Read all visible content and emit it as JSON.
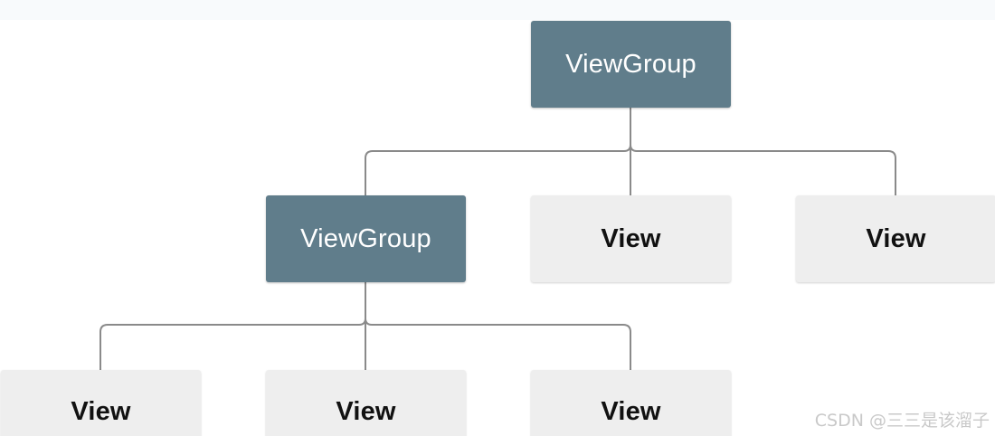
{
  "diagram": {
    "root": {
      "label": "ViewGroup"
    },
    "child_group": {
      "label": "ViewGroup"
    },
    "child_view_a": {
      "label": "View"
    },
    "child_view_b": {
      "label": "View"
    },
    "leaf_view_a": {
      "label": "View"
    },
    "leaf_view_b": {
      "label": "View"
    },
    "leaf_view_c": {
      "label": "View"
    },
    "colors": {
      "group_fill": "#607d8b",
      "group_text": "#ffffff",
      "view_fill": "#eeeeee",
      "view_text": "#111111",
      "connector": "#8a8a8a"
    }
  },
  "watermark": {
    "text": "CSDN @三三是该溜子"
  }
}
